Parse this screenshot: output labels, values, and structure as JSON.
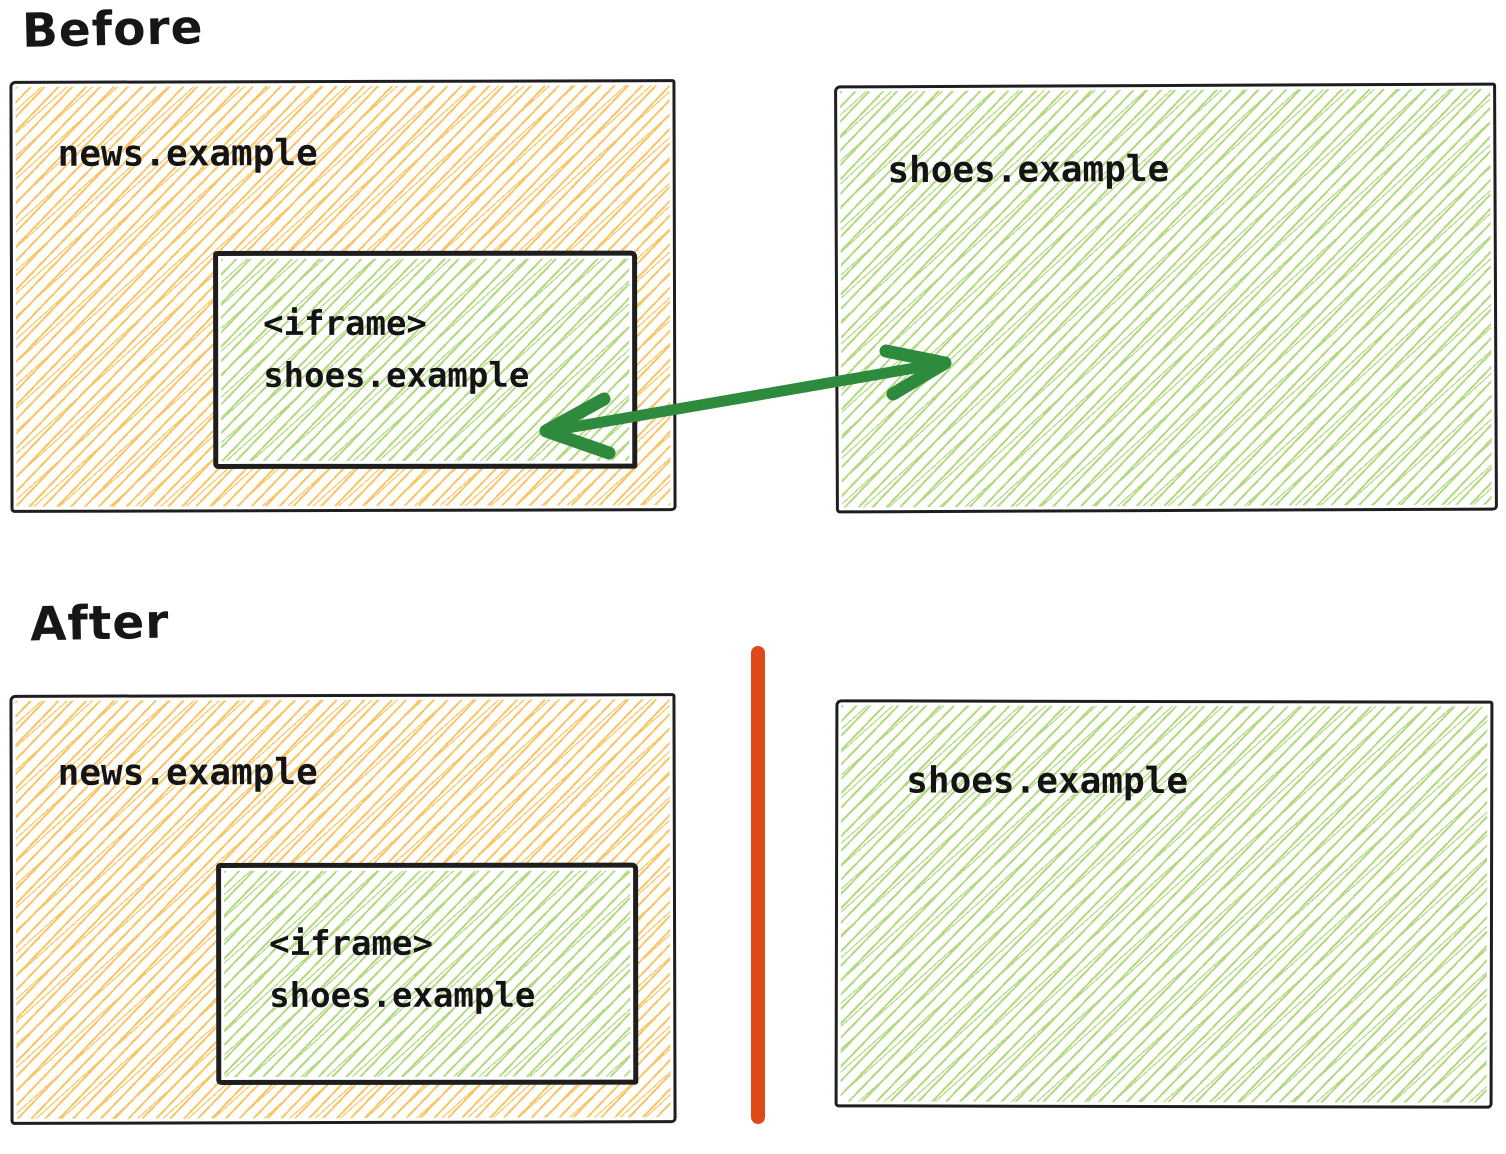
{
  "colors": {
    "orange_hatch": "#f9bd4d",
    "green_hatch": "#a5d46c",
    "arrow_green": "#2e8b3e",
    "divider_red": "#dd4a18",
    "border_black": "#1e1e1e",
    "text": "#141414"
  },
  "before": {
    "label": "Before",
    "news_window": {
      "domain": "news.example",
      "iframe_line1": "<iframe>",
      "iframe_line2": "shoes.example"
    },
    "shoes_window": {
      "domain": "shoes.example"
    }
  },
  "after": {
    "label": "After",
    "news_window": {
      "domain": "news.example",
      "iframe_line1": "<iframe>",
      "iframe_line2": "shoes.example"
    },
    "shoes_window": {
      "domain": "shoes.example"
    }
  }
}
